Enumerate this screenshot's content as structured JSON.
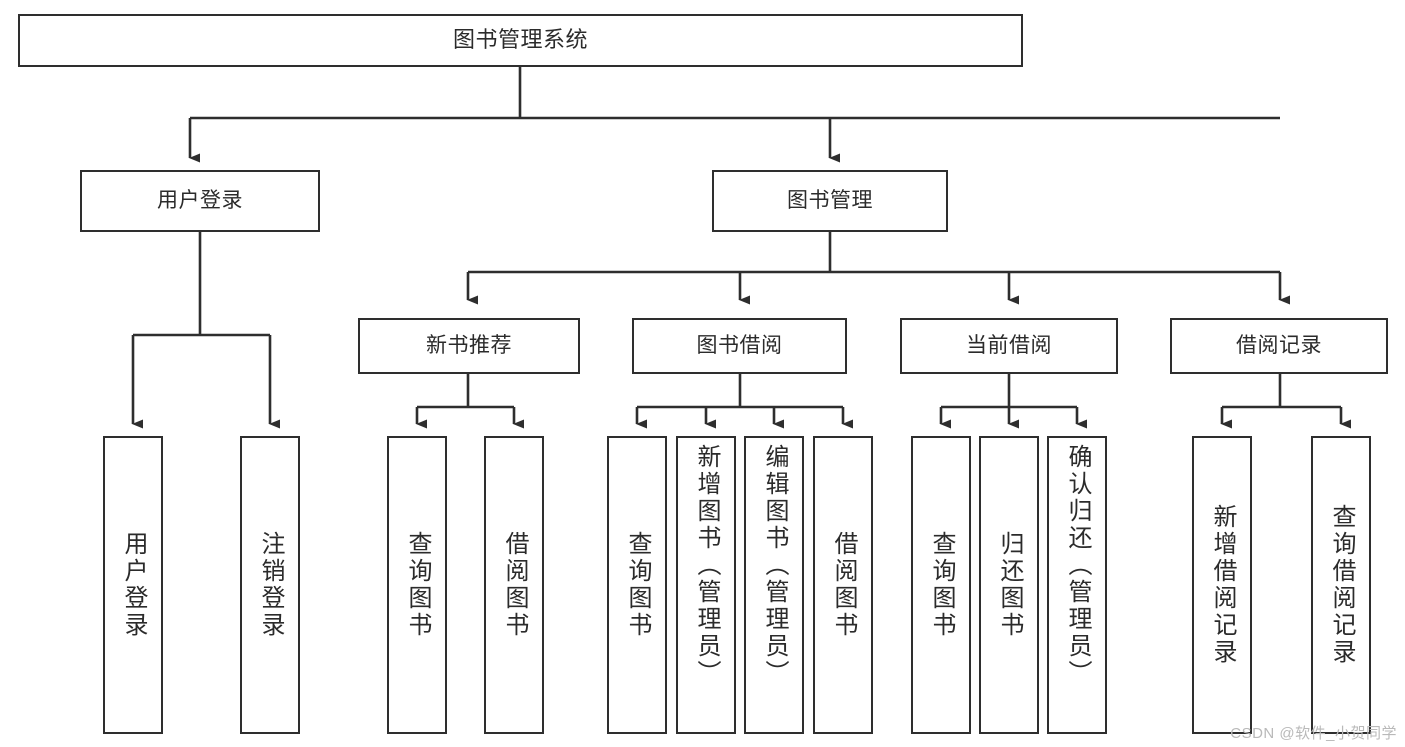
{
  "diagram": {
    "title": "图书管理系统",
    "type": "tree",
    "colors": {
      "stroke": "#2e2e2e",
      "fill": "#ffffff",
      "text": "#2b2b2b",
      "watermark": "#b9b9b9"
    },
    "watermark": "CSDN @软件_小贺同学",
    "nodes": {
      "root": {
        "label": "图书管理系统"
      },
      "level1": [
        {
          "id": "user-login",
          "label": "用户登录"
        },
        {
          "id": "book-manage",
          "label": "图书管理"
        }
      ],
      "level2": [
        {
          "id": "new-book-rec",
          "label": "新书推荐"
        },
        {
          "id": "book-borrow",
          "label": "图书借阅"
        },
        {
          "id": "current-borrow",
          "label": "当前借阅"
        },
        {
          "id": "borrow-record",
          "label": "借阅记录"
        }
      ],
      "leaves": {
        "user-login": [
          {
            "id": "leaf-user-login",
            "label": "用户登录"
          },
          {
            "id": "leaf-logout",
            "label": "注销登录"
          }
        ],
        "new-book-rec": [
          {
            "id": "leaf-query-book-1",
            "label": "查询图书"
          },
          {
            "id": "leaf-borrow-book-1",
            "label": "借阅图书"
          }
        ],
        "book-borrow": [
          {
            "id": "leaf-query-book-2",
            "label": "查询图书"
          },
          {
            "id": "leaf-add-book",
            "label": "新增图书（管理员）"
          },
          {
            "id": "leaf-edit-book",
            "label": "编辑图书（管理员）"
          },
          {
            "id": "leaf-borrow-book-2",
            "label": "借阅图书"
          }
        ],
        "current-borrow": [
          {
            "id": "leaf-query-book-3",
            "label": "查询图书"
          },
          {
            "id": "leaf-return-book",
            "label": "归还图书"
          },
          {
            "id": "leaf-confirm-return",
            "label": "确认归还（管理员）"
          }
        ],
        "borrow-record": [
          {
            "id": "leaf-add-record",
            "label": "新增借阅记录"
          },
          {
            "id": "leaf-query-record",
            "label": "查询借阅记录"
          }
        ]
      }
    }
  }
}
